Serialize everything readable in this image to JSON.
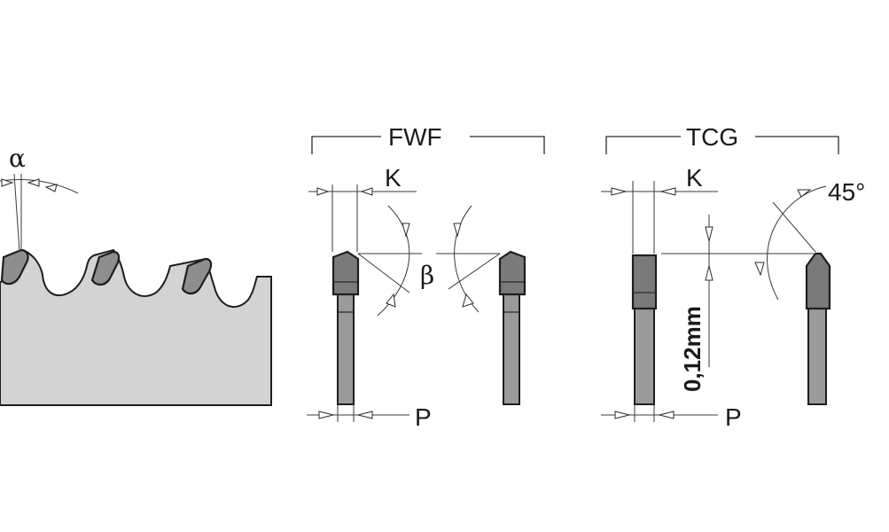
{
  "labels": {
    "alpha": "α",
    "beta": "β",
    "fwf": "FWF",
    "tcg": "TCG",
    "k_fwf": "K",
    "k_tcg": "K",
    "p_fwf": "P",
    "p_tcg": "P",
    "angle_45": "45°",
    "chamfer": "0,12mm"
  },
  "colors": {
    "blade_body": "#d3d3d3",
    "carbide_tip": "#7a7a7a",
    "line": "#2b2b2b"
  }
}
